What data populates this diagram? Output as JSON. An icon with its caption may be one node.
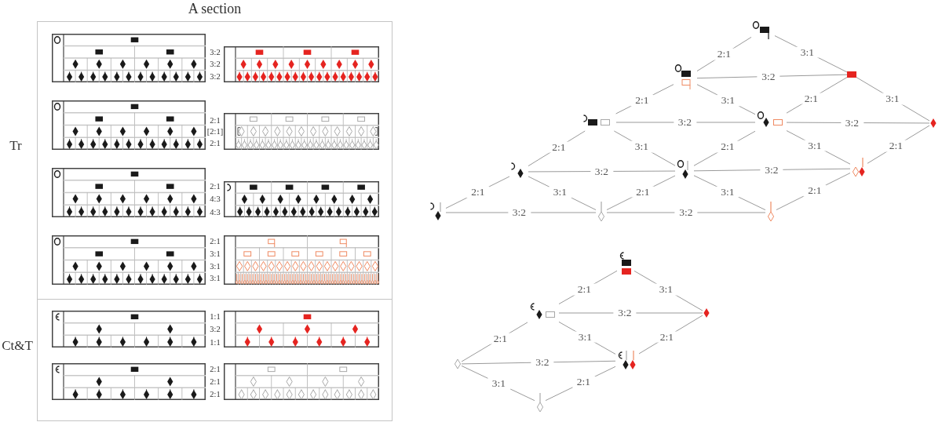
{
  "diagram": {
    "nodes": [
      {
        "text": [
          "A section"
        ]
      },
      {
        "text": [],
        "shape": "picture"
      },
      {
        "text": [],
        "shape": "picture"
      },
      {
        "text": [],
        "shape": "box"
      },
      {
        "text": [],
        "shape": "picture"
      },
      {
        "text": [],
        "shape": "picture"
      },
      {
        "text": [],
        "shape": "picture"
      },
      {
        "text": [],
        "shape": "picture"
      },
      {
        "text": [],
        "shape": "picture"
      },
      {
        "text": [],
        "shape": "picture"
      },
      {
        "text": [],
        "shape": "picture"
      },
      {
        "text": [],
        "shape": "picture"
      },
      {
        "text": [],
        "shape": "picture"
      },
      {
        "text": [],
        "shape": "picture"
      },
      {
        "text": [],
        "shape": "picture"
      },
      {
        "text": [],
        "shape": "picture"
      },
      {
        "text": [],
        "shape": "picture"
      },
      {
        "text": [],
        "shape": "picture"
      },
      {
        "text": [],
        "shape": "picture"
      }
    ],
    "edges": [
      {
        "from": 1,
        "to": 2,
        "arrow": "none",
        "label": "2:1"
      },
      {
        "from": 1,
        "to": 3,
        "arrow": "none",
        "label": "3:1"
      },
      {
        "from": 2,
        "to": 3,
        "arrow": "none",
        "label": "3:2"
      },
      {
        "from": 2,
        "to": 4,
        "arrow": "none",
        "label": "2:1"
      },
      {
        "from": 2,
        "to": 5,
        "arrow": "none",
        "label": "3:1"
      },
      {
        "from": 3,
        "to": 5,
        "arrow": "none",
        "label": "2:1"
      },
      {
        "from": 3,
        "to": 6,
        "arrow": "none",
        "label": "3:1"
      },
      {
        "from": 4,
        "to": 5,
        "arrow": "none",
        "label": "3:2"
      },
      {
        "from": 5,
        "to": 6,
        "arrow": "none",
        "label": "3:2"
      },
      {
        "from": 4,
        "to": 7,
        "arrow": "none",
        "label": "2:1"
      },
      {
        "from": 4,
        "to": 8,
        "arrow": "none",
        "label": "3:1"
      },
      {
        "from": 5,
        "to": 8,
        "arrow": "none",
        "label": "2:1"
      },
      {
        "from": 5,
        "to": 9,
        "arrow": "none",
        "label": "3:1"
      },
      {
        "from": 6,
        "to": 9,
        "arrow": "none",
        "label": "2:1"
      },
      {
        "from": 7,
        "to": 8,
        "arrow": "none",
        "label": "3:2"
      },
      {
        "from": 8,
        "to": 9,
        "arrow": "none",
        "label": "3:2"
      },
      {
        "from": 7,
        "to": 10,
        "arrow": "none",
        "label": "2:1"
      },
      {
        "from": 7,
        "to": 11,
        "arrow": "none",
        "label": "3:1"
      },
      {
        "from": 8,
        "to": 11,
        "arrow": "none",
        "label": "2:1"
      },
      {
        "from": 8,
        "to": 12,
        "arrow": "none",
        "label": "3:1"
      },
      {
        "from": 9,
        "to": 12,
        "arrow": "none",
        "label": "2:1"
      },
      {
        "from": 10,
        "to": 11,
        "arrow": "none",
        "label": "3:2"
      },
      {
        "from": 11,
        "to": 12,
        "arrow": "none",
        "label": "3:2"
      },
      {
        "from": 13,
        "to": 14,
        "arrow": "none",
        "label": "2:1"
      },
      {
        "from": 13,
        "to": 15,
        "arrow": "none",
        "label": "3:1"
      },
      {
        "from": 14,
        "to": 15,
        "arrow": "none",
        "label": "3:2"
      },
      {
        "from": 14,
        "to": 16,
        "arrow": "none",
        "label": "2:1"
      },
      {
        "from": 14,
        "to": 17,
        "arrow": "none",
        "label": "3:1"
      },
      {
        "from": 15,
        "to": 17,
        "arrow": "none",
        "label": "2:1"
      },
      {
        "from": 16,
        "to": 17,
        "arrow": "none",
        "label": "3:2"
      },
      {
        "from": 16,
        "to": 18,
        "arrow": "none",
        "label": "3:1"
      },
      {
        "from": 18,
        "to": 17,
        "arrow": "none",
        "label": "2:1"
      }
    ],
    "labels": [
      "Tr",
      "3:2",
      "3:2",
      "3:2",
      "2:1",
      "[2:1]",
      "2:1",
      "2:1",
      "4:3",
      "4:3",
      "2:1",
      "3:1",
      "3:1",
      "3:1",
      "Ct&T",
      "1:1",
      "3:2",
      "1:1",
      "2:1",
      "2:1",
      "2:1"
    ]
  }
}
